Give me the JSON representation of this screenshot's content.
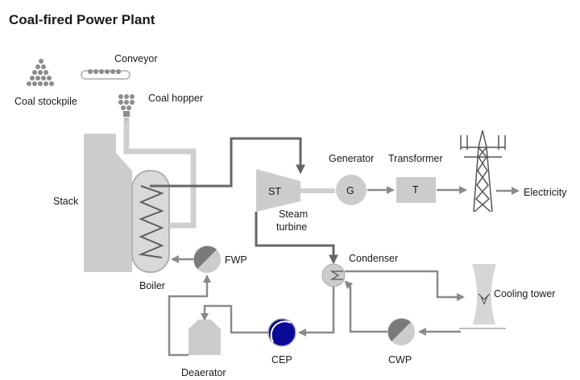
{
  "title": "Coal-fired Power Plant",
  "labels": {
    "coal_stockpile": "Coal stockpile",
    "conveyor": "Conveyor",
    "coal_hopper": "Coal hopper",
    "stack": "Stack",
    "boiler": "Boiler",
    "st": "ST",
    "steam_turbine_1": "Steam",
    "steam_turbine_2": "turbine",
    "generator": "Generator",
    "generator_symbol": "G",
    "transformer": "Transformer",
    "transformer_symbol": "T",
    "electricity": "Electricity",
    "condenser": "Condenser",
    "cooling_tower": "Cooling tower",
    "fwp": "FWP",
    "cep": "CEP",
    "cwp": "CWP",
    "deaerator": "Deaerator"
  },
  "colors": {
    "text": "#1a1a1a",
    "equipment_fill": "#cccccc",
    "equipment_stroke": "#b5b5b5",
    "pipe_light": "#cfcfcf",
    "pipe_dark": "#666666",
    "pump_dark": "#777777",
    "cep_blue": "#0a0a99"
  },
  "icons": {
    "coal_stockpile": "dot-pile-icon",
    "conveyor": "conveyor-belt-icon",
    "coal_hopper": "hopper-icon",
    "transmission_tower": "pylon-icon",
    "pump": "pump-icon",
    "condenser": "heat-exchanger-icon",
    "cooling_tower": "hyperbolic-tower-icon"
  }
}
